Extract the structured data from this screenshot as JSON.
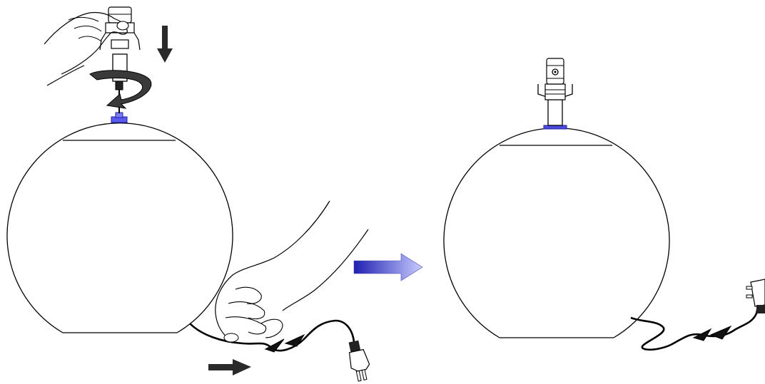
{
  "diagram": {
    "kind": "lamp-assembly-instructions",
    "steps": [
      {
        "id": "step-1",
        "actions": [
          "screw-socket-onto-lamp-base",
          "pull-cord-through-base"
        ]
      },
      {
        "id": "step-2",
        "actions": [
          "assembled-lamp-base-result"
        ]
      }
    ],
    "colors": {
      "stroke": "#000000",
      "fitting": "#3b3bd9",
      "arrow_gradient_start": "#1f1fb0",
      "arrow_gradient_end": "#c8ccff",
      "direction_arrow": "#2a2a2a"
    },
    "icons": [
      "rotate-arrow-icon",
      "down-arrow-icon",
      "right-arrow-icon",
      "transition-arrow-icon"
    ]
  }
}
